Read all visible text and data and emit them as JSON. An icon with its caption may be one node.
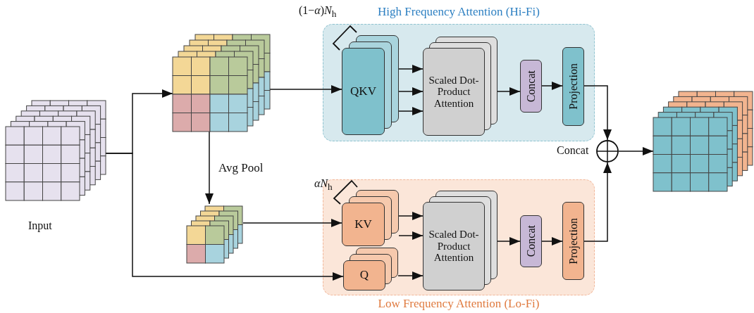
{
  "diagram": {
    "nodes": [
      {
        "text": [],
        "shape": "box",
        "beside": [
          "Input"
        ]
      },
      {
        "text": [],
        "shape": "box"
      },
      {
        "text": [],
        "shape": "box"
      },
      {
        "text": [
          "High Frequency Attention (Hi-Fi)"
        ]
      },
      {
        "text": [
          "QKV"
        ],
        "in": 3,
        "beside": [
          "(1−*α*)*N*$_{h}$"
        ]
      },
      {
        "text": [
          "Scaled Dot-Product Attention"
        ],
        "in": 3
      },
      {
        "text": [
          "Concat"
        ],
        "in": 3
      },
      {
        "text": [
          "Projection"
        ],
        "in": 3
      },
      {
        "text": [
          "Low Frequency Attention (Lo-Fi)"
        ]
      },
      {
        "text": [
          "KV"
        ],
        "in": 8,
        "beside": [
          "*αN*$_{h}$"
        ]
      },
      {
        "text": [
          "Q"
        ],
        "in": 8
      },
      {
        "text": [
          "Scaled Dot-Product Attention"
        ],
        "in": 8
      },
      {
        "text": [
          "Concat"
        ],
        "in": 8
      },
      {
        "text": [
          "Projection"
        ],
        "in": 8
      },
      {
        "text": [],
        "shape": "circle",
        "beside": [
          "Concat"
        ]
      },
      {
        "text": [],
        "shape": "box"
      }
    ],
    "edges": [
      {
        "from": 0,
        "to": 1,
        "arrow": "to"
      },
      {
        "from": 0,
        "to": 10,
        "arrow": "to"
      },
      {
        "from": 1,
        "to": 2,
        "arrow": "to",
        "label": "Avg Pool"
      },
      {
        "from": 1,
        "to": 4,
        "arrow": "to"
      },
      {
        "from": 4,
        "to": 5,
        "arrow": "to"
      },
      {
        "from": 4,
        "to": 5,
        "arrow": "to"
      },
      {
        "from": 4,
        "to": 5,
        "arrow": "to"
      },
      {
        "from": 5,
        "to": 6,
        "arrow": "to"
      },
      {
        "from": 6,
        "to": 7,
        "arrow": "to"
      },
      {
        "from": 7,
        "to": 14,
        "arrow": "to"
      },
      {
        "from": 2,
        "to": 9,
        "arrow": "to"
      },
      {
        "from": 9,
        "to": 11,
        "arrow": "to"
      },
      {
        "from": 9,
        "to": 11,
        "arrow": "to"
      },
      {
        "from": 10,
        "to": 11,
        "arrow": "to"
      },
      {
        "from": 11,
        "to": 12,
        "arrow": "to"
      },
      {
        "from": 12,
        "to": 13,
        "arrow": "to"
      },
      {
        "from": 13,
        "to": 14,
        "arrow": "to"
      },
      {
        "from": 14,
        "to": 15,
        "arrow": "to"
      }
    ]
  }
}
